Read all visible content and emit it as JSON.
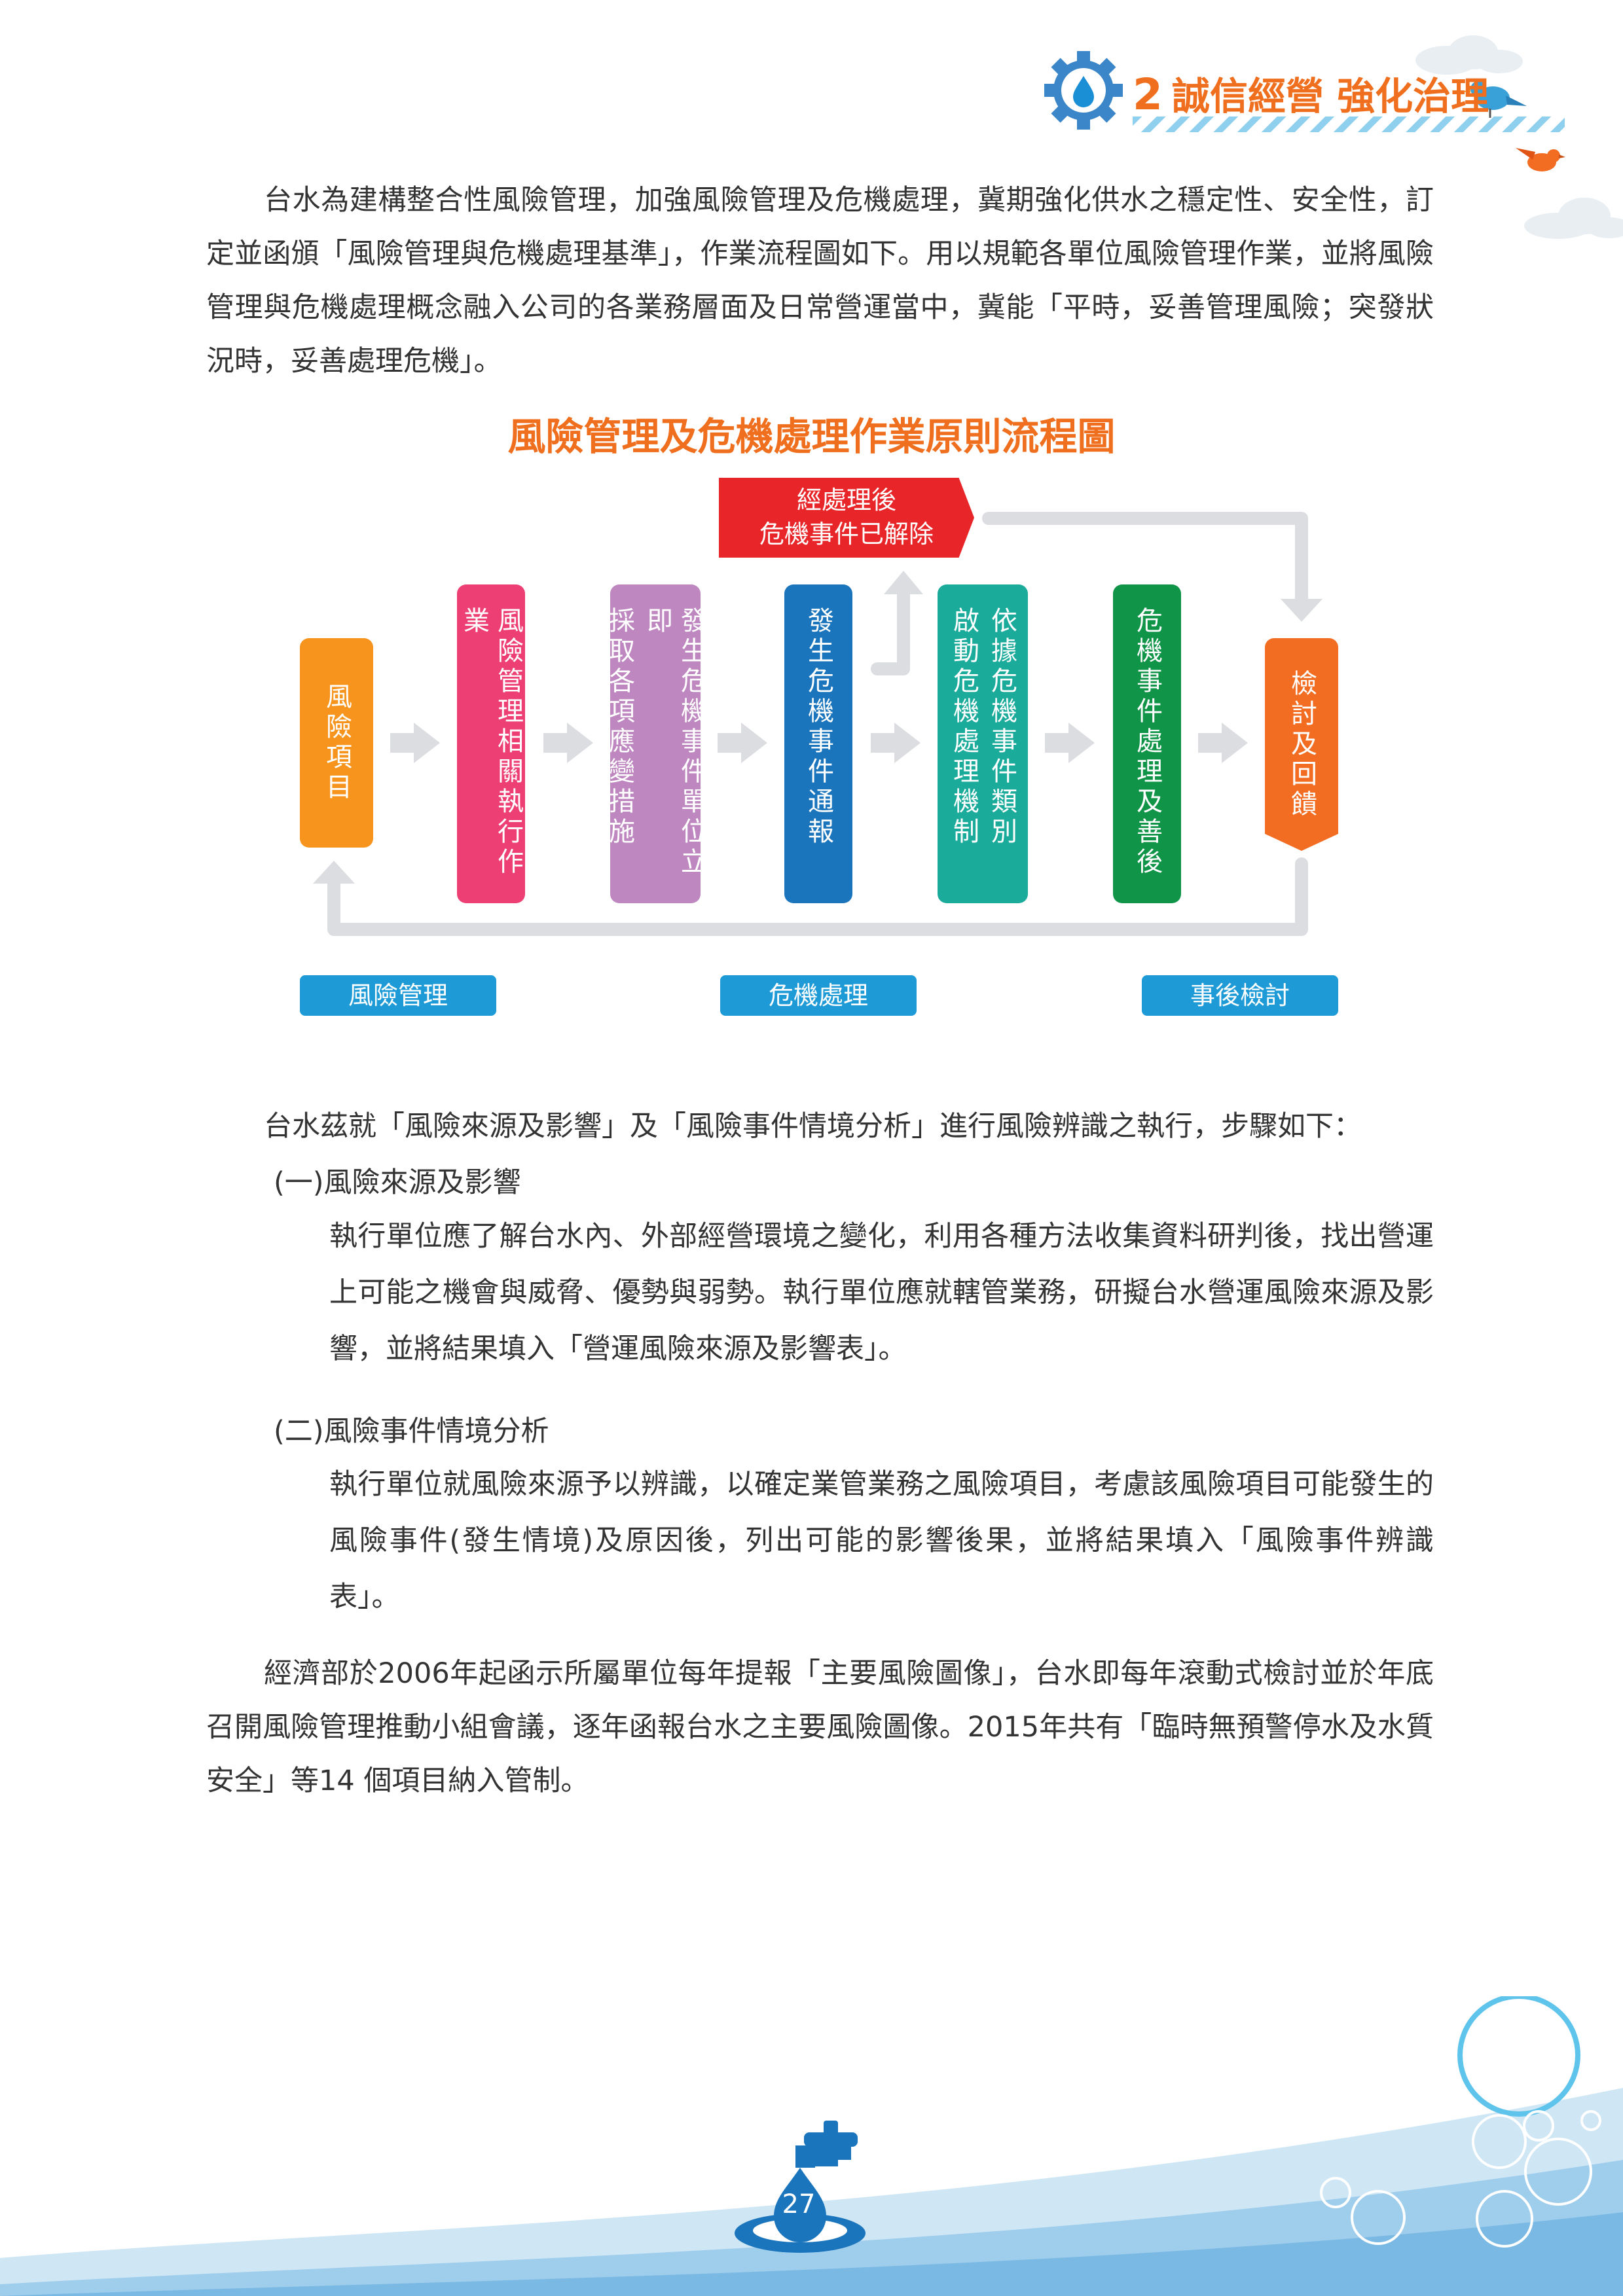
{
  "header": {
    "section_number": "2",
    "section_title": "誠信經營 強化治理"
  },
  "intro": "台水為建構整合性風險管理，加強風險管理及危機處理，冀期強化供水之穩定性、安全性，訂定並函頒「風險管理與危機處理基準」，作業流程圖如下。用以規範各單位風險管理作業，並將風險管理與危機處理概念融入公司的各業務層面及日常營運當中，冀能「平時，妥善管理風險；突發狀況時，妥善處理危機」。",
  "flowchart": {
    "title": "風險管理及危機處理作業原則流程圖",
    "resolved_line1": "經處理後",
    "resolved_line2": "危機事件已解除",
    "steps": [
      {
        "col1": "風險項目",
        "col2": "",
        "color": "#f7941d"
      },
      {
        "col1": "風險管理相關執行作業",
        "col2": "",
        "color": "#ee3f74"
      },
      {
        "col1": "發生危機事件單位立即",
        "col2": "採取各項應變措施",
        "color": "#be87c0"
      },
      {
        "col1": "發生危機事件通報",
        "col2": "",
        "color": "#1b75bc"
      },
      {
        "col1": "依據危機事件類別",
        "col2": "啟動危機處理機制",
        "color": "#1aab9b"
      },
      {
        "col1": "危機事件處理及善後",
        "col2": "",
        "color": "#109448"
      },
      {
        "col1": "檢討及回饋",
        "col2": "",
        "color": "#f26c22"
      }
    ],
    "phases": [
      "風險管理",
      "危機處理",
      "事後檢討"
    ]
  },
  "section2_intro": "台水茲就「風險來源及影響」及「風險事件情境分析」進行風險辨識之執行，步驟如下：",
  "sub1": {
    "heading": "(一)風險來源及影響",
    "body": "執行單位應了解台水內、外部經營環境之變化，利用各種方法收集資料研判後，找出營運上可能之機會與威脅、優勢與弱勢。執行單位應就轄管業務，研擬台水營運風險來源及影響，並將結果填入「營運風險來源及影響表」。"
  },
  "sub2": {
    "heading": "(二)風險事件情境分析",
    "body": "執行單位就風險來源予以辨識，以確定業管業務之風險項目，考慮該風險項目可能發生的風險事件(發生情境)及原因後，列出可能的影響後果，並將結果填入「風險事件辨識表」。"
  },
  "closing": "經濟部於2006年起函示所屬單位每年提報「主要風險圖像」，台水即每年滾動式檢討並於年底召開風險管理推動小組會議，逐年函報台水之主要風險圖像。2015年共有「臨時無預警停水及水質安全」等14 個項目納入管制。",
  "footer": {
    "page_number": "27"
  }
}
